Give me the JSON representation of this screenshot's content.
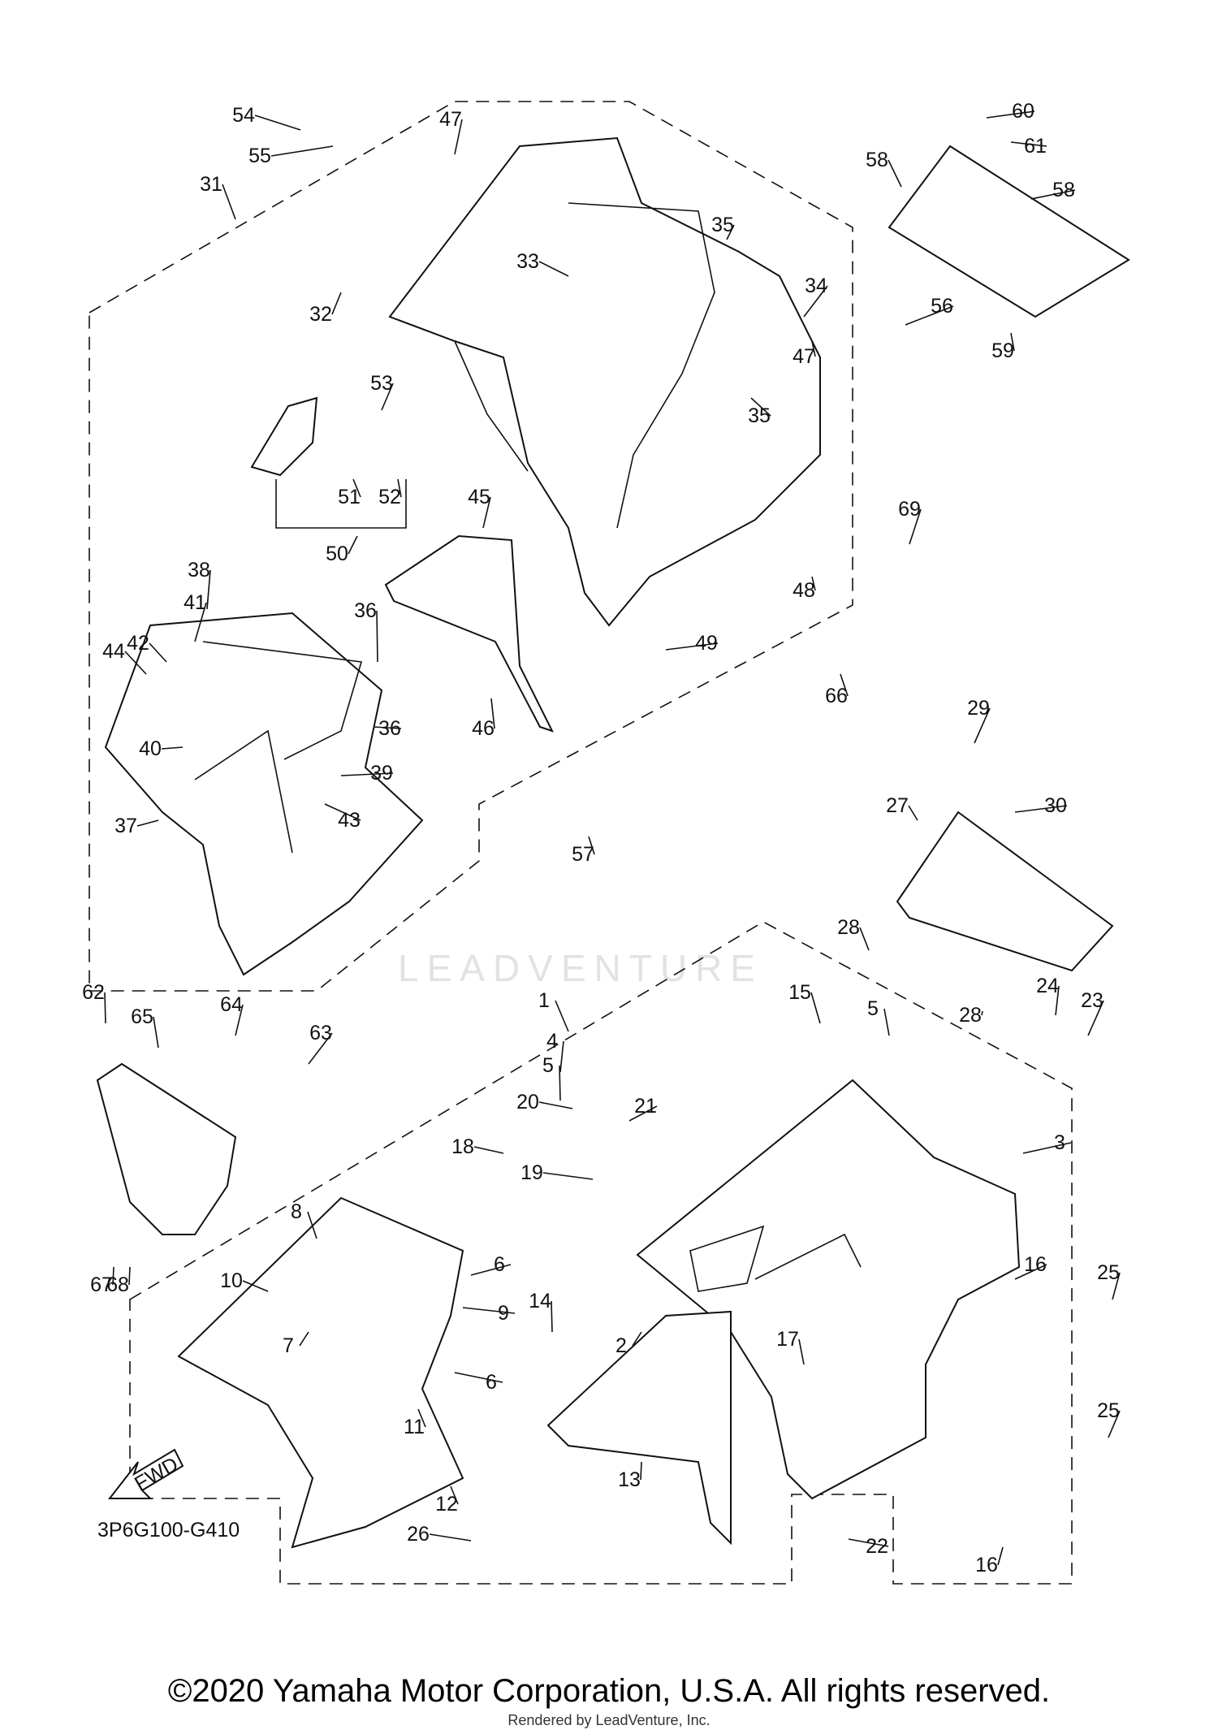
{
  "diagram": {
    "diagram_code": "3P6G100-G410",
    "fwd_label": "FWD",
    "watermark": "LEADVENTURE",
    "copyright": "©2020 Yamaha Motor Corporation, U.S.A. All rights reserved.",
    "rendered_by": "Rendered by LeadVenture, Inc.",
    "callouts": [
      "1",
      "2",
      "3",
      "4",
      "5",
      "5",
      "6",
      "6",
      "7",
      "8",
      "9",
      "10",
      "11",
      "12",
      "13",
      "14",
      "15",
      "16",
      "16",
      "17",
      "18",
      "19",
      "20",
      "21",
      "22",
      "23",
      "24",
      "25",
      "25",
      "26",
      "27",
      "28",
      "28",
      "29",
      "30",
      "31",
      "32",
      "33",
      "34",
      "35",
      "35",
      "36",
      "36",
      "37",
      "38",
      "39",
      "40",
      "41",
      "42",
      "43",
      "44",
      "45",
      "46",
      "47",
      "47",
      "48",
      "49",
      "50",
      "51",
      "52",
      "53",
      "54",
      "55",
      "56",
      "57",
      "58",
      "58",
      "59",
      "60",
      "61",
      "62",
      "63",
      "64",
      "65",
      "66",
      "67",
      "68",
      "69"
    ]
  }
}
